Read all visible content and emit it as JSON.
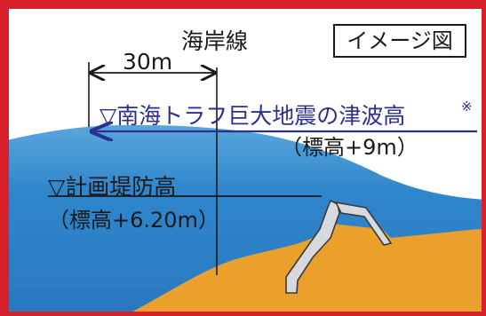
{
  "labels": {
    "coastline": "海岸線",
    "distance": "30m",
    "image_badge": "イメージ図",
    "tsunami_height": "▽南海トラフ巨大地震の津波高",
    "tsunami_note_mark": "※",
    "tsunami_elevation": "（標高+9m）",
    "planned_levee_height": "▽計画堤防高",
    "planned_levee_elevation": "（標高+6.20m）"
  },
  "colors": {
    "frame": "#d8202a",
    "sea": "#2e7fc6",
    "sea_surface": "#5aa6dc",
    "ground": "#eaa02b",
    "levee": "#d7d9dc",
    "tsunami_line": "#2b2f8f",
    "ink": "#1a1a1a"
  }
}
